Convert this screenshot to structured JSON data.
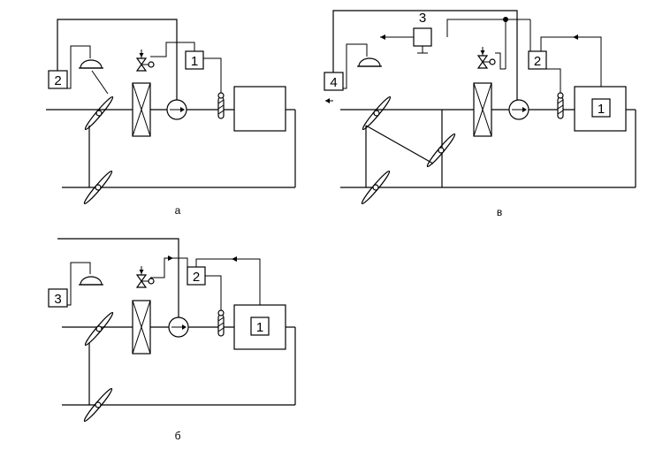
{
  "diagram_a": {
    "caption": "а",
    "label_box_left": "2",
    "label_box_right": "1"
  },
  "diagram_b": {
    "caption": "б",
    "label_box_left": "3",
    "label_box_controller": "2",
    "label_box_room": "1"
  },
  "diagram_v": {
    "caption": "в",
    "label_box_left": "4",
    "label_box_top": "3",
    "label_box_controller": "2",
    "label_box_room": "1"
  }
}
